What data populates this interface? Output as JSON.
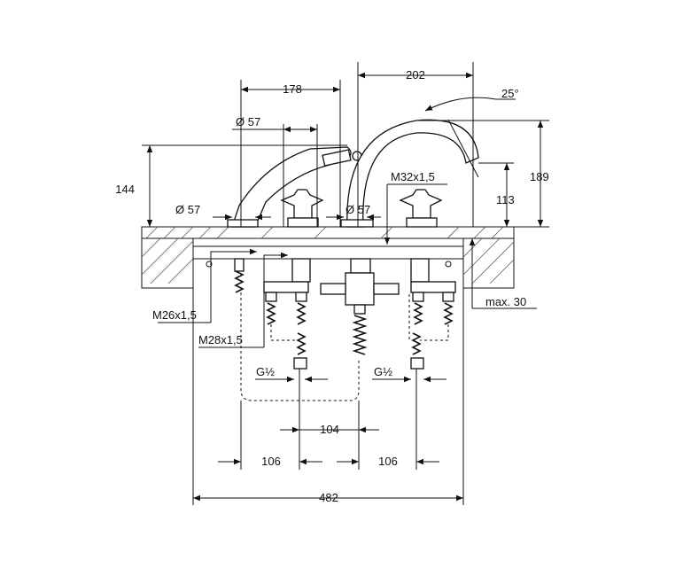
{
  "labels": {
    "d178": "178",
    "d202": "202",
    "angle": "25°",
    "dia57_top": "Ø 57",
    "d144": "144",
    "d189": "189",
    "d113": "113",
    "m32": "M32x1,5",
    "dia57_left": "Ø 57",
    "dia57_mid": "Ø 57",
    "m26": "M26x1,5",
    "m28": "M28x1,5",
    "max30": "max. 30",
    "g_left": "G½",
    "g_right": "G½",
    "d104": "104",
    "d106_left": "106",
    "d106_right": "106",
    "d482": "482"
  },
  "colors": {
    "line": "#111111",
    "background": "#ffffff",
    "hatch": "#555555"
  }
}
